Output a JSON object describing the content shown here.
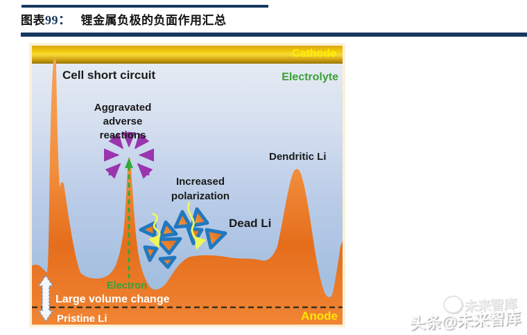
{
  "header": {
    "figure_label": "图表",
    "figure_number": "99：",
    "figure_title": "锂金属负极的负面作用汇总",
    "rule_color": "#17375D"
  },
  "diagram": {
    "cathode_label": "Cathode",
    "electrolyte_label": "Electrolyte",
    "anode_label": "Anode",
    "annotations": {
      "cell_short_circuit": "Cell short circuit",
      "aggravated": "Aggravated adverse reactions",
      "dendritic_li": "Dendritic Li",
      "increased_polarization": "Increased polarization",
      "dead_li": "Dead Li",
      "electron": "Electron",
      "large_volume_change": "Large volume change",
      "pristine_li": "Pristine Li"
    },
    "colors": {
      "cathode_gold": "#F2CB0D",
      "cathode_text": "#FFEE00",
      "electrolyte_blue_top": "#EAEEF4",
      "electrolyte_blue_bottom": "#A3BEDF",
      "electrolyte_text": "#3AA035",
      "anode_orange": "#E8701F",
      "anode_text": "#FFE600",
      "dendrite_orange_light": "#F7A158",
      "dead_li_border_blue": "#2278BE",
      "sei_yellow": "#EDF75A",
      "electron_green": "#34A838",
      "reaction_arrow_purple": "#9A35AE",
      "frame_cream": "#FBF1D6"
    }
  },
  "watermark": {
    "main": "头条@未来智库",
    "ghost": "未来智库"
  }
}
